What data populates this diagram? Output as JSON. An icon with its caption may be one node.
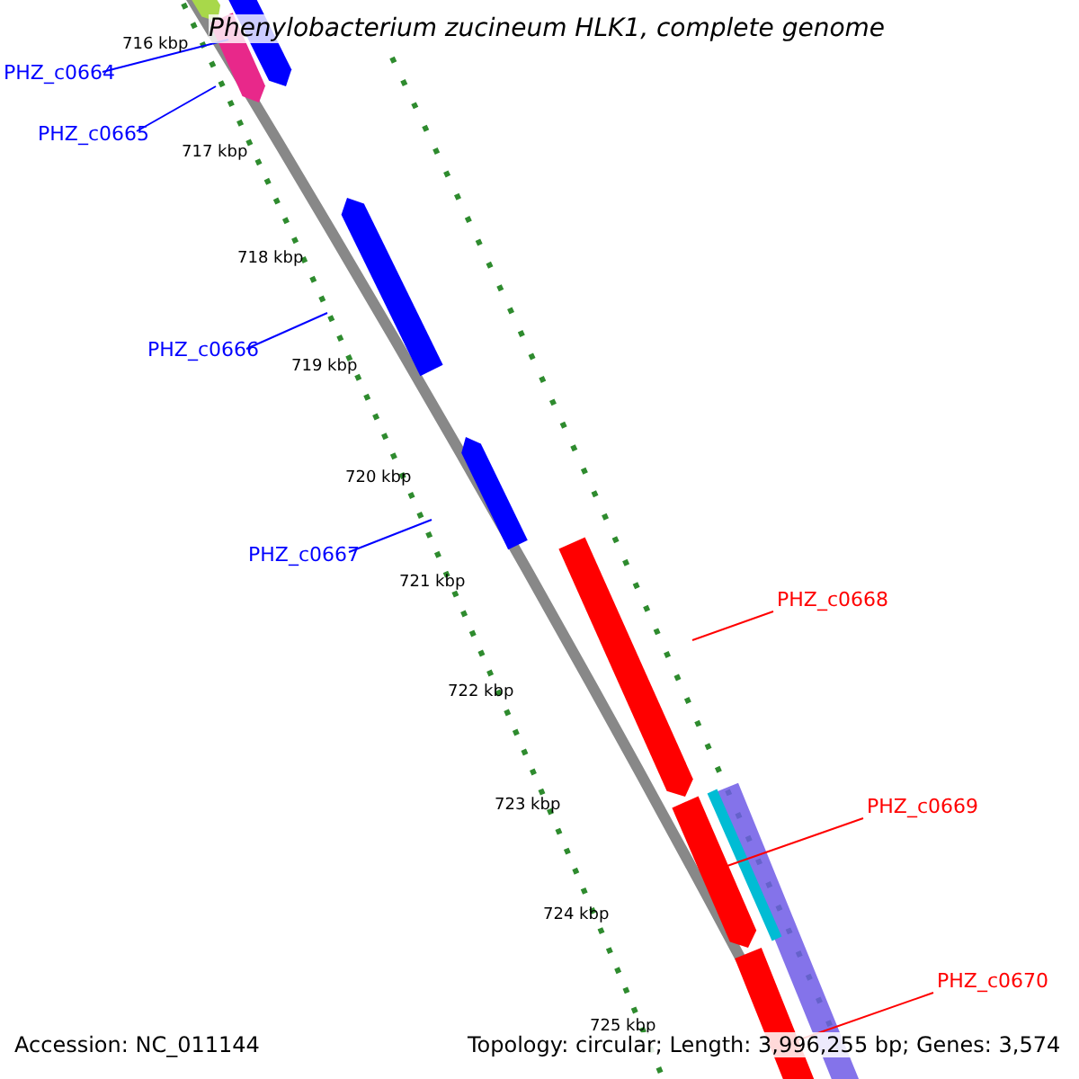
{
  "diagram": {
    "title": "Phenylobacterium zucineum HLK1, complete genome",
    "nodes": [
      {
        "text": [
          "PHZ_c0664"
        ]
      },
      {
        "text": [],
        "shape": "bar"
      },
      {
        "text": [
          "PHZ_c0665"
        ]
      },
      {
        "text": [],
        "shape": "bar"
      },
      {
        "text": [
          "PHZ_c0666"
        ]
      },
      {
        "text": [],
        "shape": "bar"
      },
      {
        "text": [
          "PHZ_c0667"
        ]
      },
      {
        "text": [],
        "shape": "bar"
      },
      {
        "text": [
          "PHZ_c0668"
        ]
      },
      {
        "text": [],
        "shape": "bar"
      },
      {
        "text": [
          "PHZ_c0669"
        ]
      },
      {
        "text": [],
        "shape": "bar"
      },
      {
        "text": [
          "PHZ_c0670"
        ]
      },
      {
        "text": [],
        "shape": "bar"
      },
      {
        "text": [],
        "shape": "bar"
      },
      {
        "text": [],
        "shape": "bar"
      },
      {
        "text": [],
        "shape": "bar"
      }
    ],
    "edges": [
      {
        "from": 0,
        "to": 1,
        "arrow": "none"
      },
      {
        "from": 2,
        "to": 3,
        "arrow": "none"
      },
      {
        "from": 4,
        "to": 5,
        "arrow": "none"
      },
      {
        "from": 6,
        "to": 7,
        "arrow": "none"
      },
      {
        "from": 8,
        "to": 9,
        "arrow": "none",
        "color": "#ff0000"
      },
      {
        "from": 10,
        "to": 11,
        "arrow": "none",
        "color": "#ff0000"
      },
      {
        "from": 12,
        "to": 13,
        "arrow": "none",
        "color": "#ff0000"
      }
    ],
    "labels": [
      "716 kbp",
      "717 kbp",
      "718 kbp",
      "719 kbp",
      "720 kbp",
      "721 kbp",
      "722 kbp",
      "723 kbp",
      "724 kbp",
      "725 kbp",
      "Accession: NC_011144",
      "Topology: circular; Length: 3,996,255 bp; Genes: 3,574"
    ]
  }
}
